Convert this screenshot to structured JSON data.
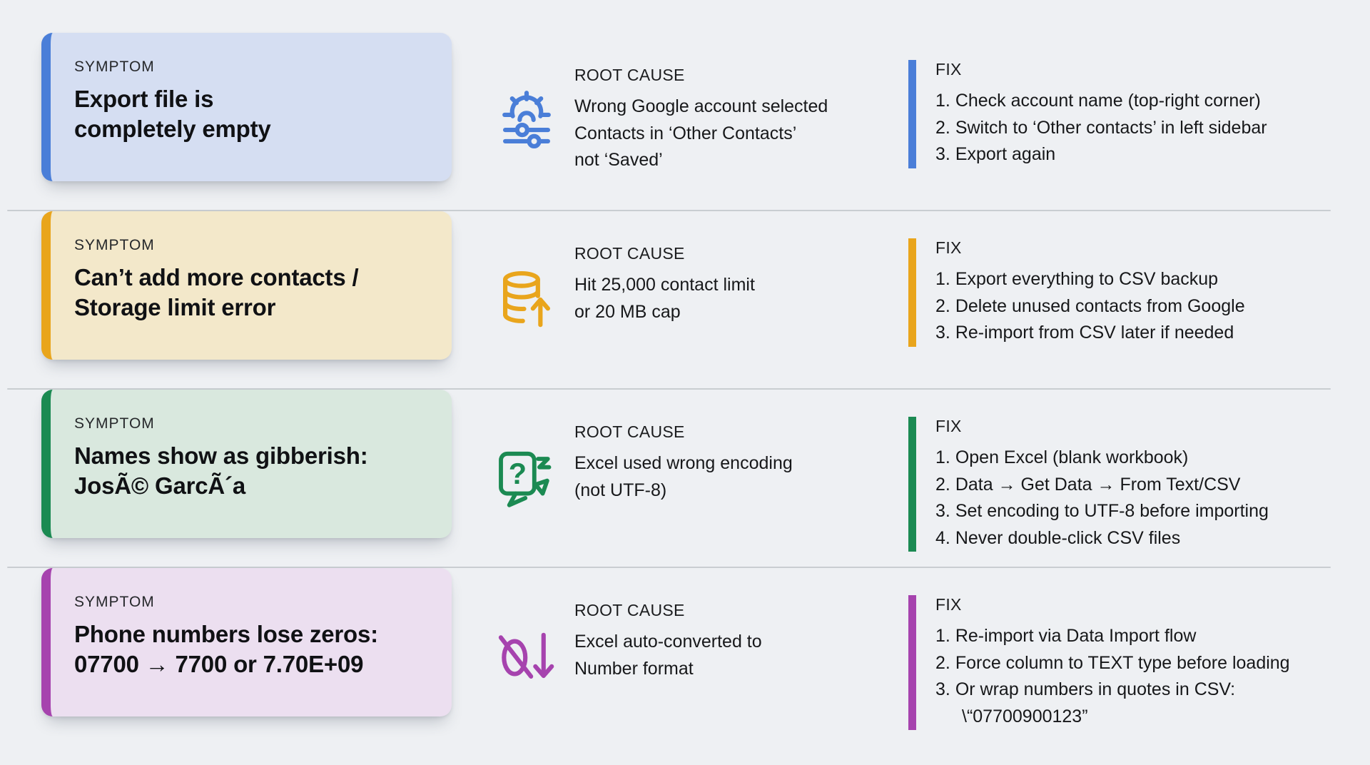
{
  "page": {
    "background": "#eef0f3",
    "divider_color": "#c9cdd1"
  },
  "labels": {
    "symptom": "SYMPTOM",
    "root_cause": "ROOT CAUSE",
    "fix": "FIX"
  },
  "rows": [
    {
      "accent": "#4a7ed8",
      "card_bg": "#d5def2",
      "icon": "settings-sliders-icon",
      "symptom_title": "Export file is\ncompletely empty",
      "root_cause": "Wrong Google account selected\nContacts in ‘Other Contacts’\nnot ‘Saved’",
      "fix_steps": [
        "Check account name (top-right corner)",
        "Switch to ‘Other contacts’ in left sidebar",
        "Export again"
      ]
    },
    {
      "accent": "#e9a51c",
      "card_bg": "#f3e8ca",
      "icon": "database-upload-icon",
      "symptom_title": "Can’t add more contacts /\nStorage limit error",
      "root_cause": "Hit 25,000 contact limit\nor 20 MB cap",
      "fix_steps": [
        "Export everything to CSV backup",
        "Delete unused contacts from Google",
        "Re-import from CSV later if needed"
      ]
    },
    {
      "accent": "#1b8a52",
      "card_bg": "#d9e8de",
      "icon": "encoding-question-icon",
      "symptom_title": "Names show as gibberish:\nJosÃ© GarcÃ´a",
      "root_cause": "Excel used wrong encoding\n(not UTF-8)",
      "fix_steps": [
        "Open Excel (blank workbook)",
        "Data → Get Data → From Text/CSV",
        "Set encoding to UTF-8 before importing",
        "Never double-click CSV files"
      ]
    },
    {
      "accent": "#a643ae",
      "card_bg": "#ecdff0",
      "icon": "zero-strikethrough-icon",
      "symptom_title": "Phone numbers lose zeros:\n07700 → 7700 or 7.70E+09",
      "root_cause": "Excel auto-converted to\nNumber format",
      "fix_steps": [
        "Re-import via Data Import flow",
        "Force column to TEXT type before loading",
        "Or wrap numbers in quotes in CSV:\n\\“07700900123”"
      ]
    }
  ]
}
